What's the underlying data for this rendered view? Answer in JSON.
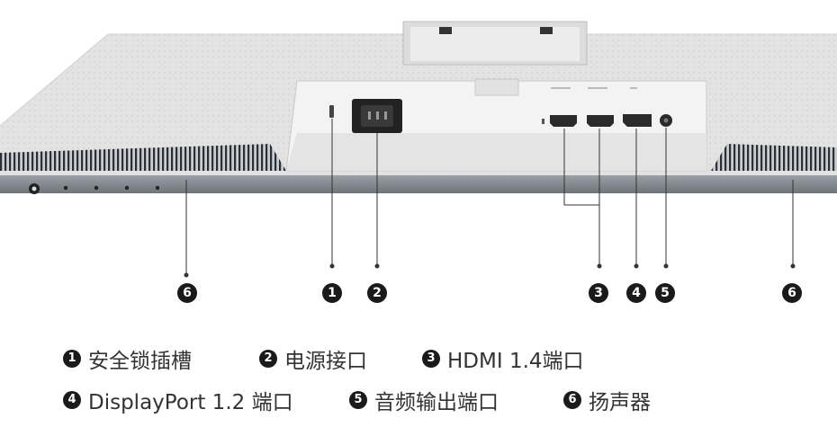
{
  "callouts": {
    "c1": "1",
    "c2": "2",
    "c3": "3",
    "c4": "4",
    "c5": "5",
    "c6_left": "6",
    "c6_right": "6"
  },
  "legend": {
    "row1": [
      {
        "num": "1",
        "label": "安全锁插槽"
      },
      {
        "num": "2",
        "label": "电源接口"
      },
      {
        "num": "3",
        "label": "HDMI 1.4端口"
      }
    ],
    "row2": [
      {
        "num": "4",
        "label": "DisplayPort 1.2 端口"
      },
      {
        "num": "5",
        "label": "音频输出端口"
      },
      {
        "num": "6",
        "label": "扬声器"
      }
    ]
  },
  "colors": {
    "monitor_body": "#e6e6e6",
    "panel_recess": "#f0f0f0",
    "port_dark": "#2a2a2a",
    "callout_bg": "#1a1a1a",
    "legend_text": "#333333"
  }
}
